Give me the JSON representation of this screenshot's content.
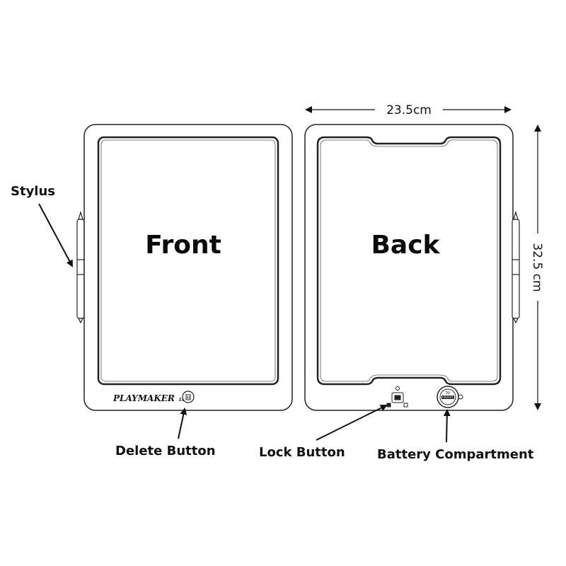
{
  "front": {
    "title": "Front",
    "brand": "PLAYMAKER",
    "brand_suffix": "LCD"
  },
  "back": {
    "title": "Back",
    "battery_voltage": "3V",
    "battery_model": "CR2025"
  },
  "dimensions": {
    "width": "23.5cm",
    "height": "32.5 cm"
  },
  "callouts": {
    "stylus": "Stylus",
    "delete_button": "Delete Button",
    "lock_button": "Lock Button",
    "battery_compartment": "Battery Compartment"
  },
  "colors": {
    "line": "#222222",
    "text": "#111111",
    "background": "#ffffff"
  }
}
